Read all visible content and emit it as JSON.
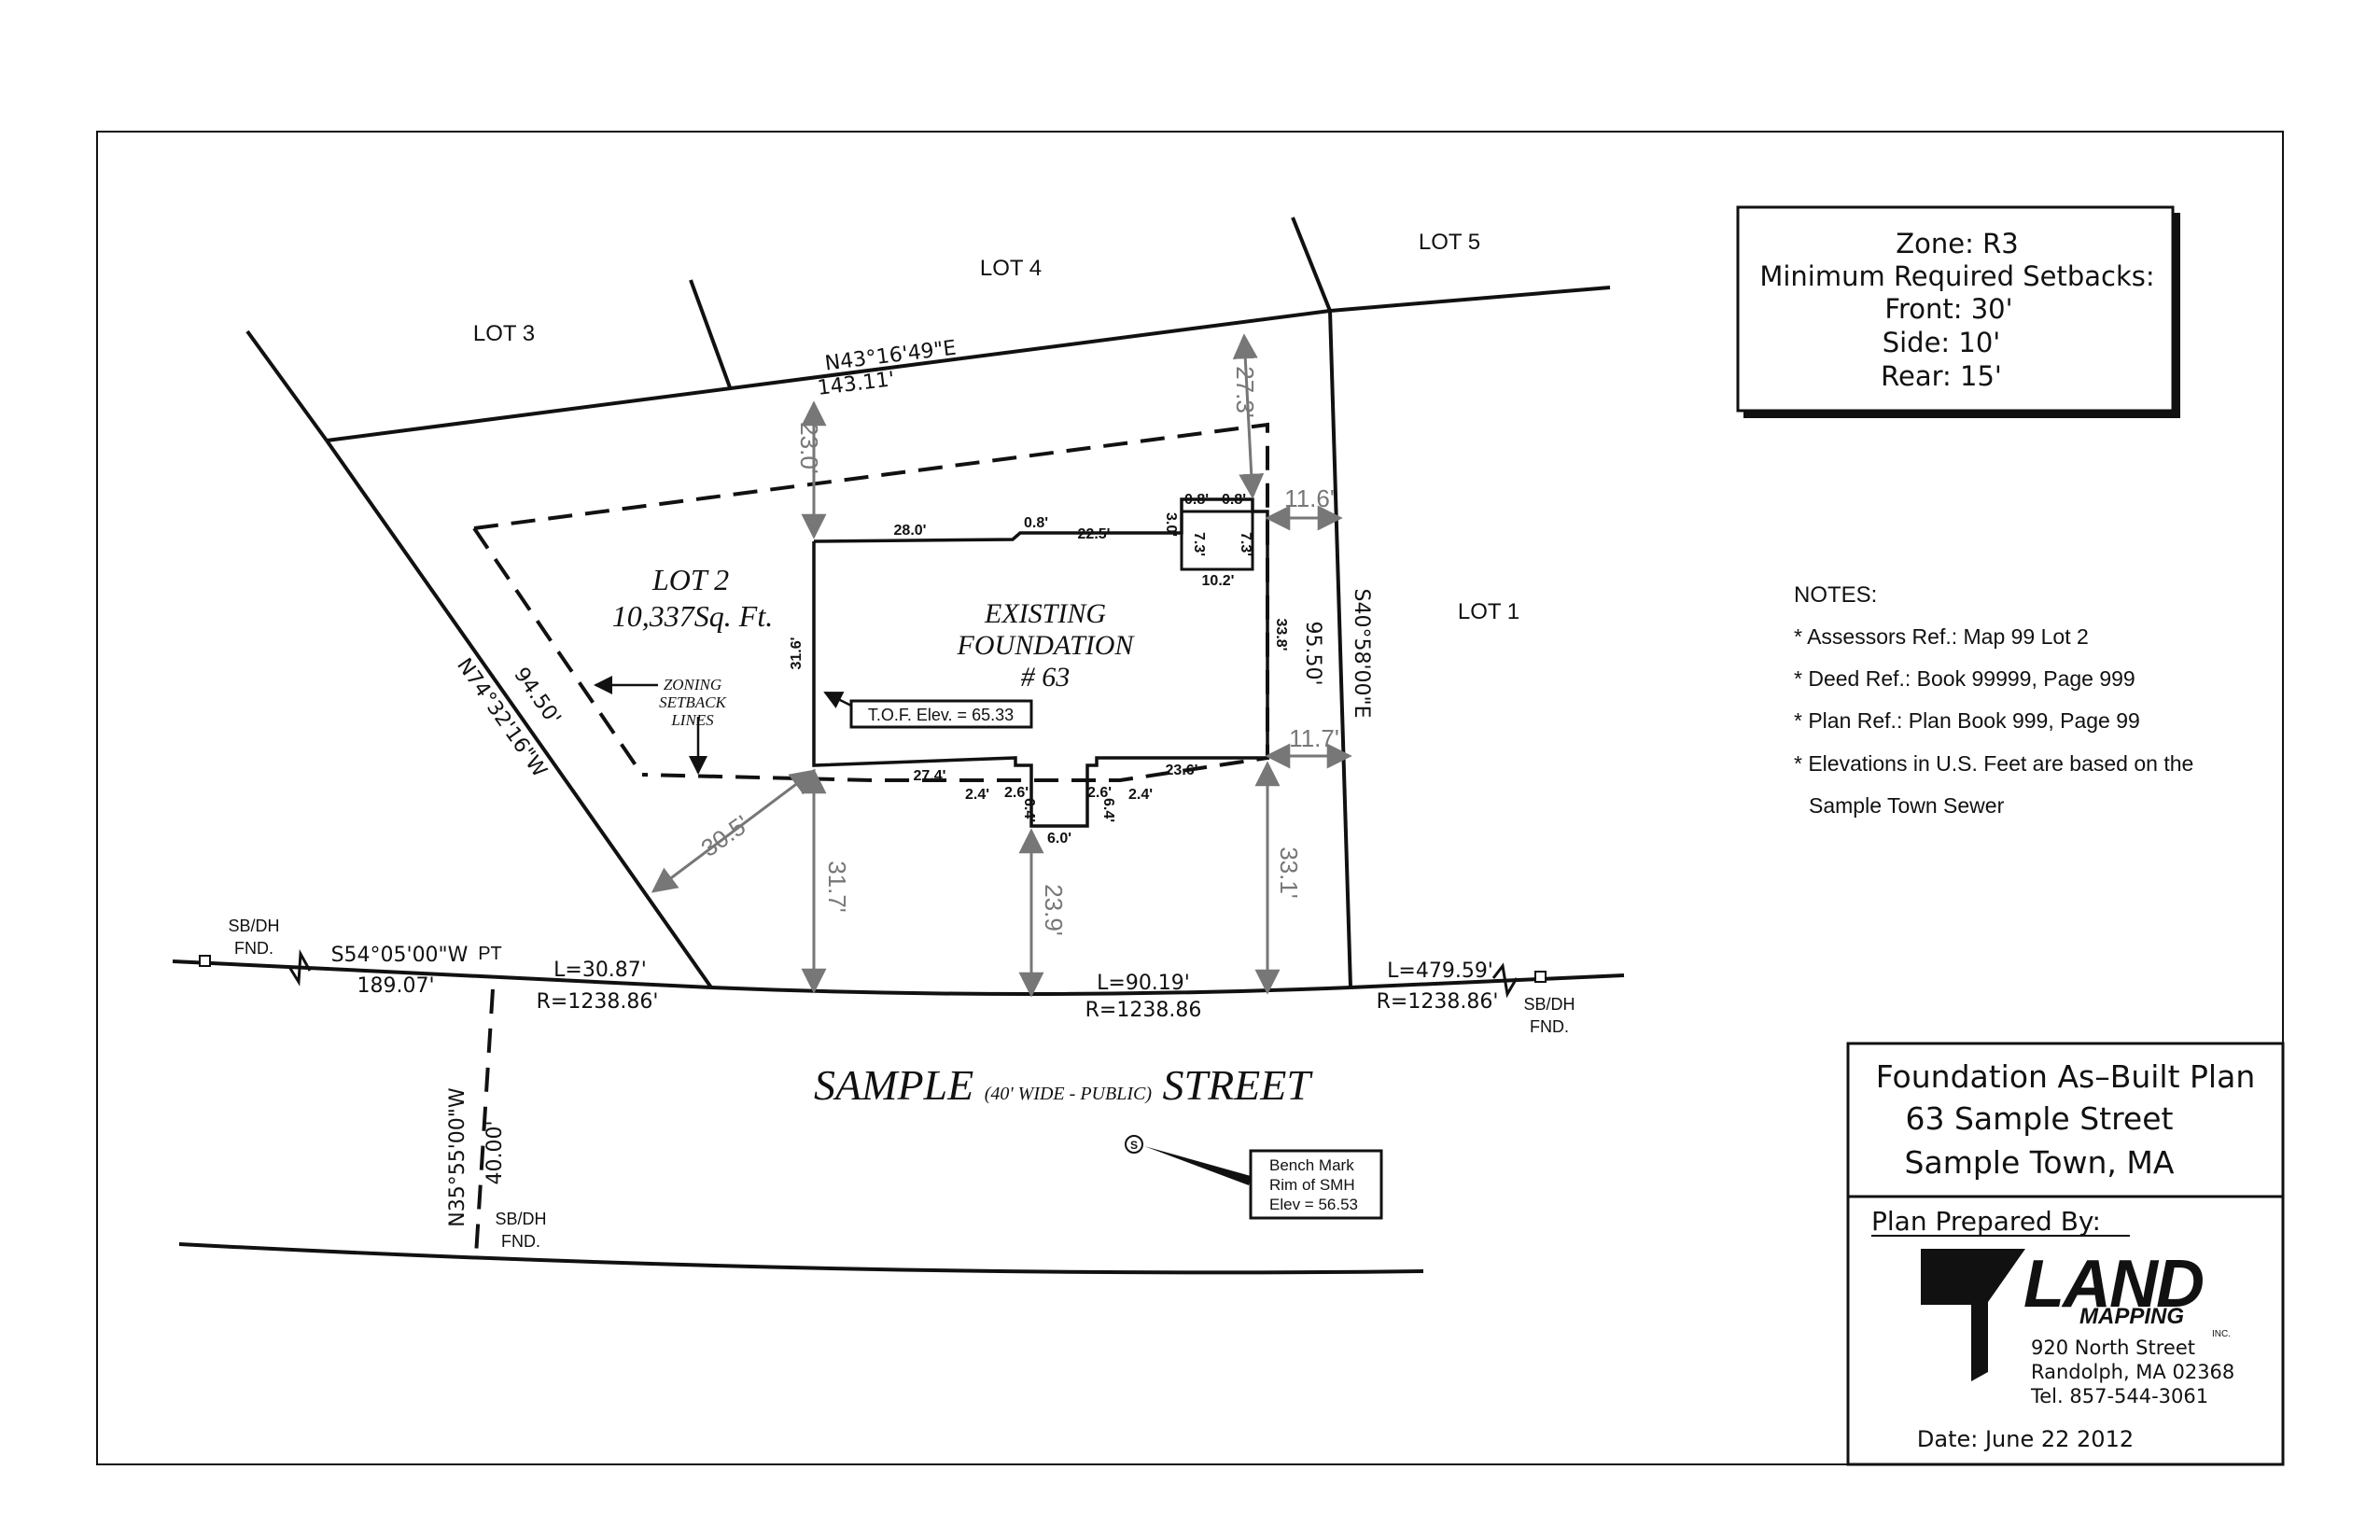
{
  "lots": {
    "lot3": "LOT 3",
    "lot4": "LOT 4",
    "lot5": "LOT 5",
    "lot1": "LOT 1",
    "lot2": "LOT 2",
    "lot2_area": "10,337Sq. Ft."
  },
  "foundation": {
    "line1": "EXISTING",
    "line2": "FOUNDATION",
    "line3": "# 63",
    "tof": "T.O.F. Elev. = 65.33",
    "dims": {
      "d28_0": "28.0'",
      "d0_8a": "0.8'",
      "d22_5": "22.5'",
      "d0_8b": "0.8'",
      "d0_8c": "0.8'",
      "d3_0": "3.0'",
      "d7_3a": "7.3'",
      "d7_3b": "7.3'",
      "d10_2": "10.2'",
      "d31_6": "31.6'",
      "d33_8": "33.8'",
      "d27_4": "27.4'",
      "d2_4a": "2.4'",
      "d2_6a": "2.6'",
      "d6_4a": "6.4'",
      "d6_0": "6.0'",
      "d2_6b": "2.6'",
      "d6_4b": "6.4'",
      "d2_4b": "2.4'",
      "d23_6": "23.6'"
    }
  },
  "setbacks": {
    "s23_0": "23.0'",
    "s27_3": "27.3'",
    "s11_6": "11.6'",
    "s11_7": "11.7'",
    "s30_5": "30.5'",
    "s31_7": "31.7'",
    "s23_9": "23.9'",
    "s33_1": "33.1'"
  },
  "bearings": {
    "north_bearing": "N43°16'49\"E",
    "north_dist": "143.11'",
    "west_bearing": "N74°32'16\"W",
    "west_dist": "94.50'",
    "east_bearing": "S40°58'00\"E",
    "east_dist": "95.50'",
    "sw_bearing": "S54°05'00\"W",
    "sw_dist": "189.07'",
    "lot_line_bearing": "N35°55'00\"W",
    "lot_line_dist": "40.00'"
  },
  "curves": {
    "c1_l": "L=30.87'",
    "c1_r": "R=1238.86'",
    "c2_l": "L=90.19'",
    "c2_r": "R=1238.86",
    "c3_l": "L=479.59'",
    "c3_r": "R=1238.86'"
  },
  "markers": {
    "pt": "PT",
    "sbdh1_a": "SB/DH",
    "sbdh1_b": "FND.",
    "sbdh2_a": "SB/DH",
    "sbdh2_b": "FND.",
    "sbdh3_a": "SB/DH",
    "sbdh3_b": "FND."
  },
  "zoning_label": {
    "line1": "ZONING",
    "line2": "SETBACK",
    "line3": "LINES"
  },
  "street": {
    "name_a": "SAMPLE",
    "name_mid": "(40' WIDE - PUBLIC)",
    "name_b": "STREET"
  },
  "bench_mark": {
    "line1": "Bench Mark",
    "line2": "Rim of SMH",
    "line3": "Elev = 56.53",
    "symbol": "S"
  },
  "zone_box": {
    "zone": "Zone:  R3",
    "heading": "Minimum  Required  Setbacks:",
    "front": "Front: 30'",
    "side": "Side:  10'",
    "rear": "Rear:  15'"
  },
  "notes": {
    "title": "NOTES:",
    "n1": "* Assessors Ref.: Map 99 Lot 2",
    "n2": "* Deed Ref.: Book 99999, Page 999",
    "n3": "* Plan Ref.:  Plan Book 999, Page 99",
    "n4": "* Elevations in U.S. Feet are based on the",
    "n5": "Sample Town Sewer"
  },
  "title_block": {
    "line1": "Foundation  As–Built  Plan",
    "line2": "63  Sample  Street",
    "line3": "Sample  Town,  MA",
    "prepared_by": "Plan  Prepared  By:",
    "logo_word": "LAND",
    "logo_sub": "MAPPING",
    "logo_inc": "INC.",
    "addr1": "920 North Street",
    "addr2": "Randolph, MA 02368",
    "addr3": "Tel. 857-544-3061",
    "date": "Date:  June 22  2012"
  }
}
